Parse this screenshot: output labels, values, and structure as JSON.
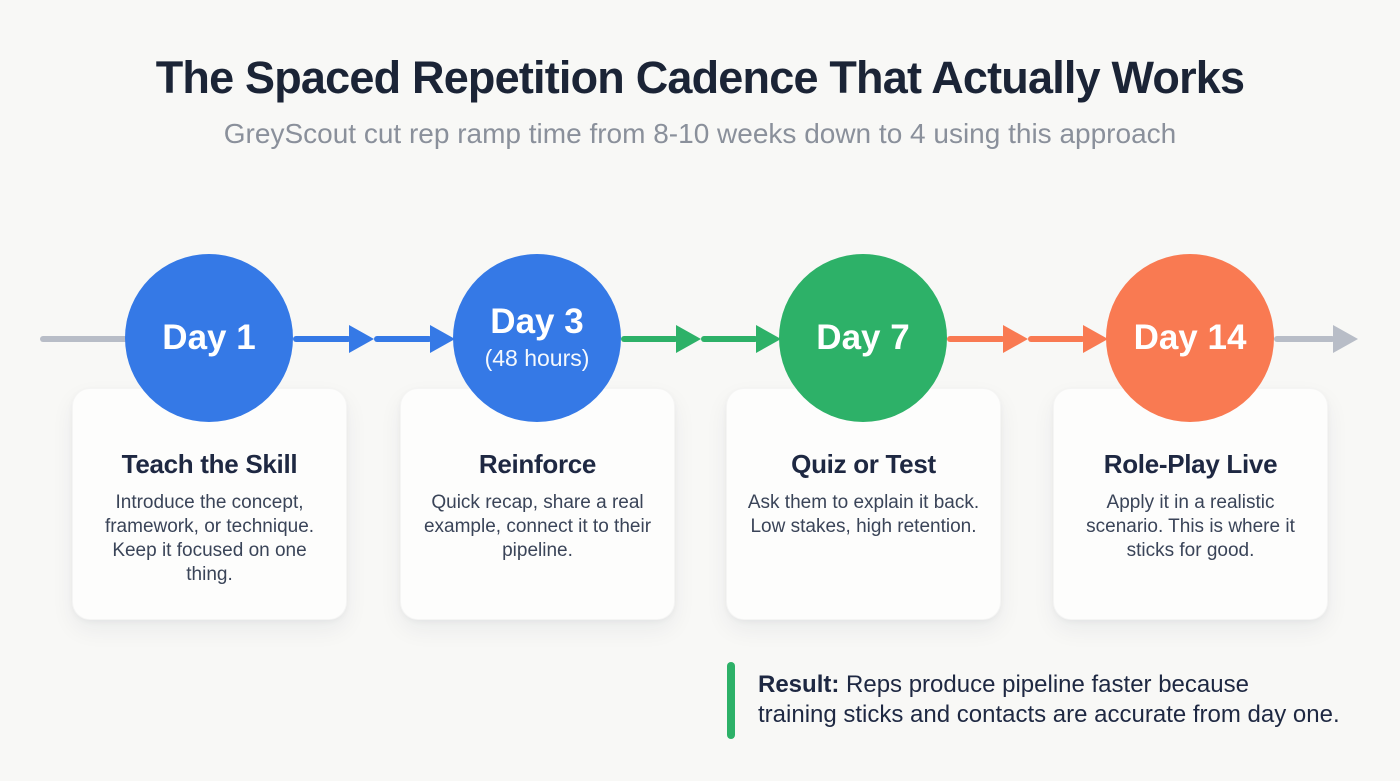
{
  "page": {
    "title": "The Spaced Repetition Cadence That Actually Works",
    "subtitle": "GreyScout cut rep ramp time from 8-10 weeks down to 4 using this approach"
  },
  "colors": {
    "blue": "#3579e6",
    "green": "#2db168",
    "orange": "#f97a52",
    "gray": "#b8bdc7",
    "title_navy": "#1b2436",
    "card_heading": "#1e2842",
    "body_text": "#3a4458",
    "background": "#f8f8f6",
    "card_background": "#fdfdfc"
  },
  "timeline": {
    "stages": [
      {
        "day": "Day 1",
        "circle_color": "#3579e6",
        "card_title": "Teach the Skill",
        "card_body": "Introduce the concept, framework, or technique. Keep it focused on one thing.",
        "arrow_after_color": "#3579e6"
      },
      {
        "day": "Day 3",
        "sublabel": "(48 hours)",
        "circle_color": "#3579e6",
        "card_title": "Reinforce",
        "card_body": "Quick recap, share a real example, connect it to their pipeline.",
        "arrow_after_color": "#2db168"
      },
      {
        "day": "Day 7",
        "circle_color": "#2db168",
        "card_title": "Quiz or Test",
        "card_body": "Ask them to explain it back. Low stakes, high retention.",
        "arrow_after_color": "#f97a52"
      },
      {
        "day": "Day 14",
        "circle_color": "#f97a52",
        "card_title": "Role-Play Live",
        "card_body": "Apply it in a realistic scenario. This is where it sticks for good.",
        "arrow_after_color": "#b8bdc7"
      }
    ]
  },
  "result": {
    "label": "Result:",
    "line1": "Reps produce pipeline faster because",
    "line2": "training sticks and contacts are accurate from day one.",
    "bar_color": "#2db168"
  }
}
